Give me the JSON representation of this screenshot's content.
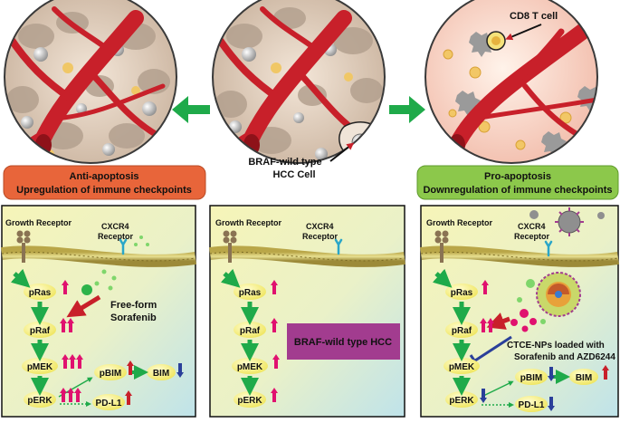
{
  "labels": {
    "cd8": "CD8 T cell",
    "braf_cell_line1": "BRAF-wild type",
    "braf_cell_line2": "HCC Cell"
  },
  "banners": {
    "left_line1": "Anti-apoptosis",
    "left_line2": "Upregulation of immune checkpoints",
    "right_line1": "Pro-apoptosis",
    "right_line2": "Downregulation of immune checkpoints"
  },
  "panels": {
    "left": {
      "growth_receptor": "Growth Receptor",
      "cxcr4_line1": "CXCR4",
      "cxcr4_line2": "Receptor",
      "drug_line1": "Free-form",
      "drug_line2": "Sorafenib",
      "nodes": [
        "pRas",
        "pRaf",
        "pMEK",
        "pERK",
        "pBIM",
        "BIM",
        "PD-L1"
      ]
    },
    "middle": {
      "growth_receptor": "Growth Receptor",
      "cxcr4_line1": "CXCR4",
      "cxcr4_line2": "Receptor",
      "box_label": "BRAF-wild type HCC",
      "nodes": [
        "pRas",
        "pRaf",
        "pMEK",
        "pERK"
      ]
    },
    "right": {
      "growth_receptor": "Growth Receptor",
      "cxcr4_line1": "CXCR4",
      "cxcr4_line2": "Receptor",
      "np_line1": "CTCE-NPs loaded with",
      "np_line2": "Sorafenib and AZD6244",
      "nodes": [
        "pRas",
        "pRaf",
        "pMEK",
        "pERK",
        "pBIM",
        "BIM",
        "PD-L1"
      ]
    }
  },
  "colors": {
    "vessel": "#c8202a",
    "banner_left": "#e8653a",
    "banner_right": "#8cc84b",
    "green_arrow": "#1faa4a",
    "up_arrow": "#e0116f",
    "down_arrow": "#2a3f9a",
    "purple_box": "#a23c8f",
    "node_fill": "#f4f07a"
  },
  "icons": [
    "green-left-arrow-icon",
    "green-right-arrow-icon",
    "up-arrow-icon",
    "down-arrow-icon",
    "inhibit-arrow-icon"
  ]
}
